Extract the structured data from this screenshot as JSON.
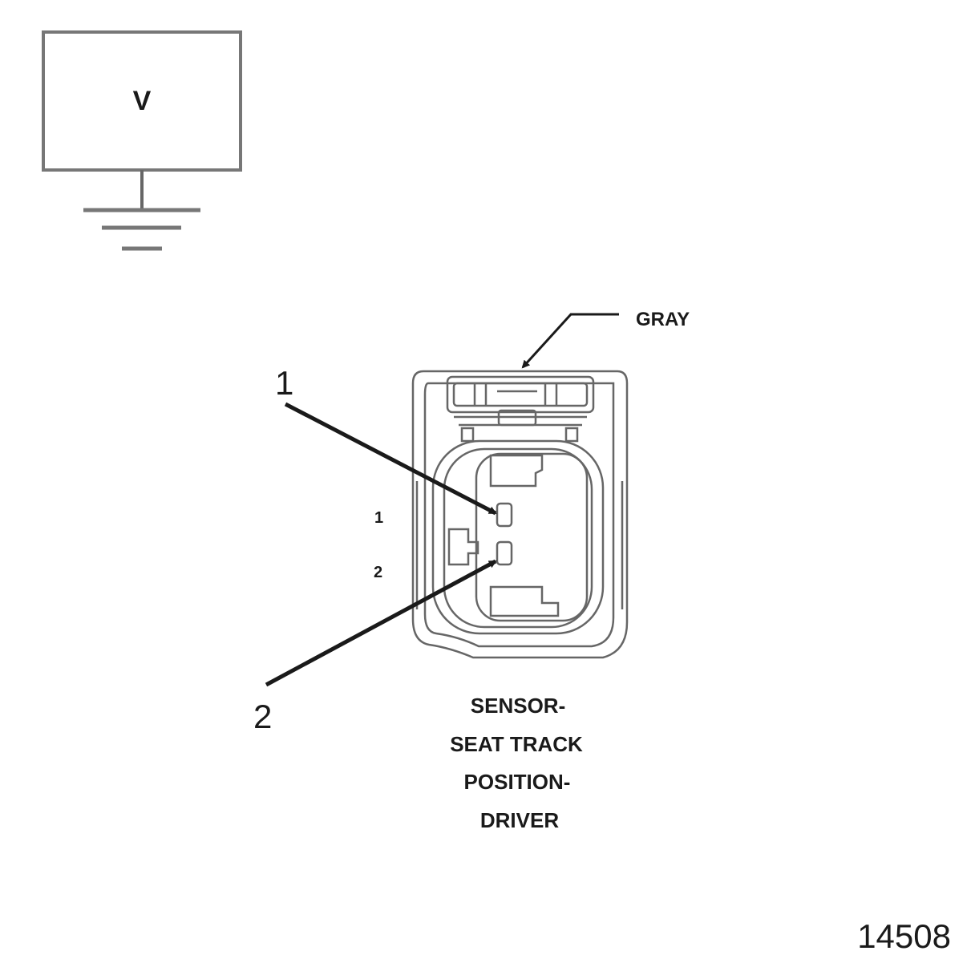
{
  "voltmeter": {
    "symbol": "V"
  },
  "connector": {
    "color_label": "GRAY",
    "callouts": [
      "1",
      "2"
    ],
    "pin_numbers": [
      "1",
      "2"
    ],
    "title_lines": [
      "SENSOR-",
      "SEAT TRACK",
      "POSITION-",
      "DRIVER"
    ]
  },
  "figure_id": "14508",
  "colors": {
    "line": "#1a1a1a",
    "outline": "#666666",
    "box_border": "#777777"
  }
}
